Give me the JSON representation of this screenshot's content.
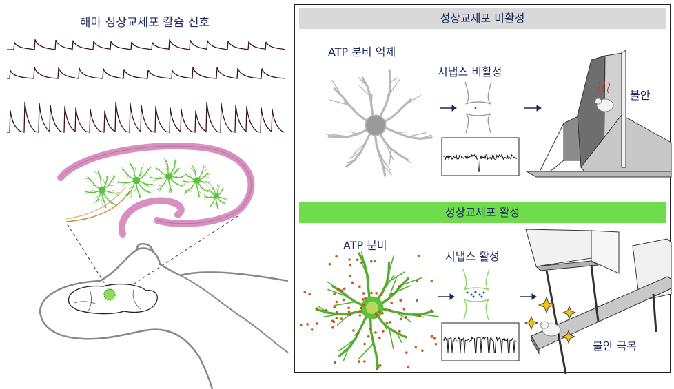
{
  "left_panel": {
    "title": "해마 성상교세포 칼슘 신호"
  },
  "inactive_panel": {
    "header": "성상교세포 비활성",
    "atp_label": "ATP 분비 억제",
    "synapse_label": "시냅스 비활성",
    "outcome_label": "불안"
  },
  "active_panel": {
    "header": "성상교세포 활성",
    "atp_label": "ATP 분비",
    "synapse_label": "시냅스 활성",
    "outcome_label": "불안 극복"
  },
  "colors": {
    "title_text": "#1d2a5c",
    "calcium_trace": "#3a1414",
    "hippocampus": "#d98fc0",
    "astrocyte_active": "#5cc23a",
    "astrocyte_inactive": "#b0b0b0",
    "atp_dots": "#c8561a",
    "inactive_bar": "#d9d9d9",
    "active_bar": "#6fdc4d"
  }
}
